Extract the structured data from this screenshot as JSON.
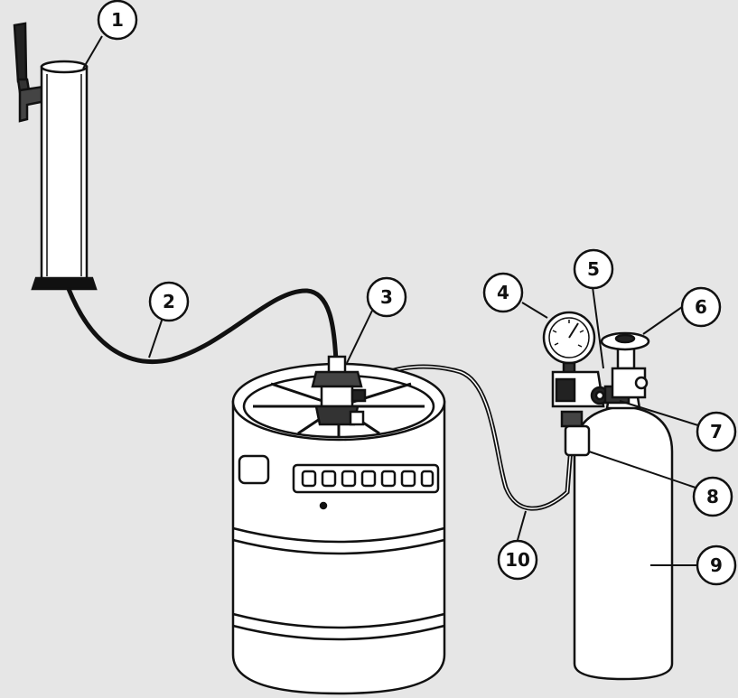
{
  "colors": {
    "background": "#e6e6e6",
    "line": "#111111",
    "fill": "#ffffff"
  },
  "callouts": [
    {
      "id": 1,
      "label": "1"
    },
    {
      "id": 2,
      "label": "2"
    },
    {
      "id": 3,
      "label": "3"
    },
    {
      "id": 4,
      "label": "4"
    },
    {
      "id": 5,
      "label": "5"
    },
    {
      "id": 6,
      "label": "6"
    },
    {
      "id": 7,
      "label": "7"
    },
    {
      "id": 8,
      "label": "8"
    },
    {
      "id": 9,
      "label": "9"
    },
    {
      "id": 10,
      "label": "10"
    }
  ]
}
